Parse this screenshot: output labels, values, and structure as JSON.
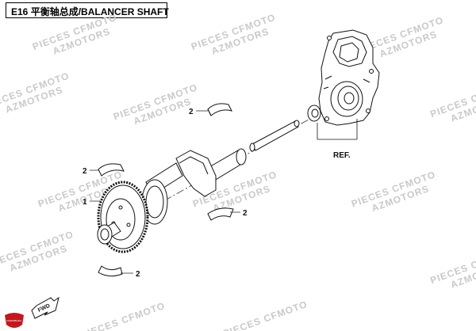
{
  "title": {
    "code": "E16",
    "label": "平衡轴总成/BALANCER SHAFT"
  },
  "callouts": [
    "2",
    "2",
    "1",
    "2",
    "2"
  ],
  "ref_label": "REF.",
  "fwd_label": "FWD",
  "logo_text": "ASSEMBLIES",
  "watermark": {
    "line1": "PIECES CFMOTO",
    "line2": "AZMOTORS"
  },
  "colors": {
    "logo_red": "#c4161c",
    "line": "#111111",
    "watermark": "#c9c9c9"
  }
}
